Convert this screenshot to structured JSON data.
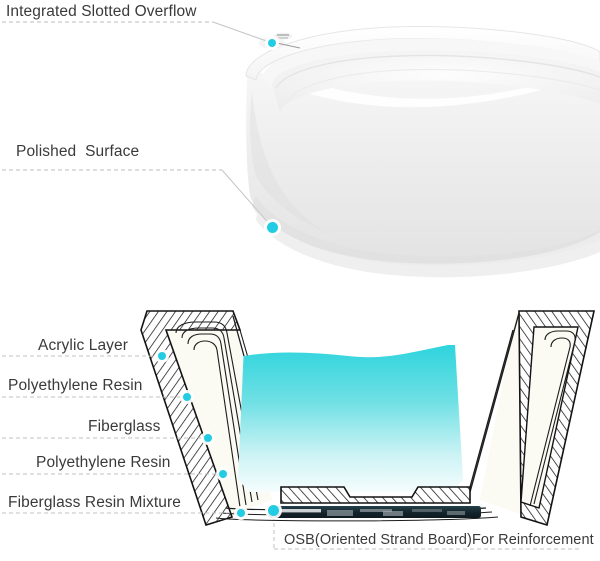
{
  "product": {
    "type": "freestanding acrylic bathtub construction diagram",
    "photo_alt": "white freestanding soaking bathtub, angled view"
  },
  "colors": {
    "accent_dot": "#22cce2",
    "water_top": "#2fd5dc",
    "water_bottom": "#ffffff",
    "text": "#3a3a3a",
    "dash_line": "#b9b9b9",
    "leader_line": "#c9c9c9",
    "tub_body": "#f2f2f2",
    "core_fill": "#fbfaf3",
    "osb_board": "#16262e",
    "hatch_stroke": "#1a1a1a"
  },
  "callouts": {
    "photo": [
      {
        "id": "overflow",
        "label": "Integrated Slotted Overflow"
      },
      {
        "id": "polished",
        "label": "Polished  Surface"
      }
    ],
    "layers": [
      {
        "id": "acrylic",
        "label": "Acrylic Layer"
      },
      {
        "id": "pe-resin-outer",
        "label": "Polyethylene Resin"
      },
      {
        "id": "fiberglass",
        "label": "Fiberglass"
      },
      {
        "id": "pe-resin-inner",
        "label": "Polyethylene Resin"
      },
      {
        "id": "fg-resin-mix",
        "label": "Fiberglass Resin Mixture"
      }
    ],
    "bottom": [
      {
        "id": "osb",
        "label": "OSB(Oriented Strand Board)For Reinforcement"
      }
    ]
  }
}
